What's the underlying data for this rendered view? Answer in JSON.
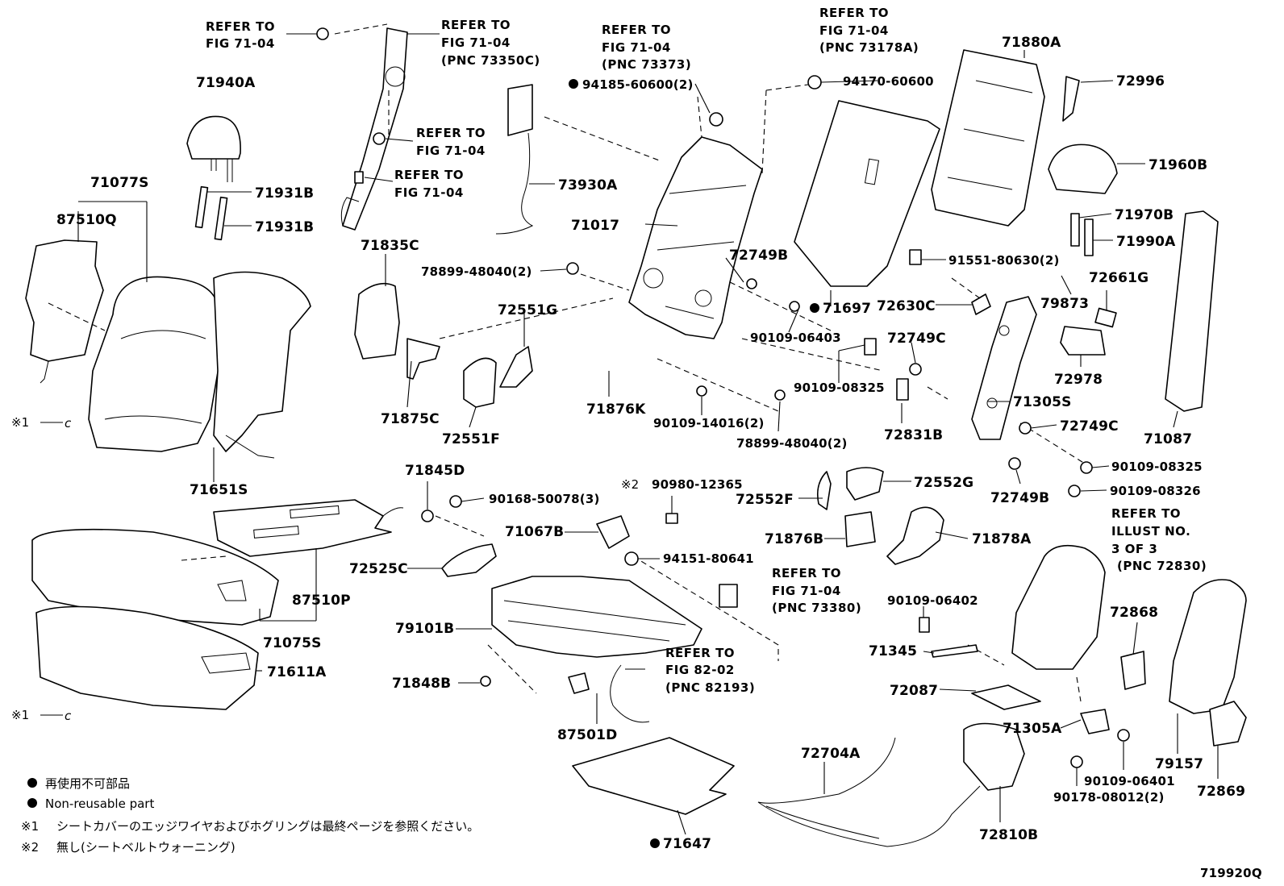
{
  "diagram": {
    "refs": [
      {
        "id": "ref-tl-1",
        "lines": [
          "REFER TO",
          "FIG 71-04"
        ]
      },
      {
        "id": "ref-tl-2",
        "lines": [
          "REFER TO",
          "FIG 71-04",
          "(PNC 73350C)"
        ]
      },
      {
        "id": "ref-tl-3",
        "lines": [
          "REFER TO",
          "FIG 71-04"
        ]
      },
      {
        "id": "ref-tl-4",
        "lines": [
          "REFER TO",
          "FIG 71-04"
        ]
      },
      {
        "id": "ref-tc-1",
        "lines": [
          "REFER TO",
          "FIG 71-04",
          "(PNC 73373)"
        ]
      },
      {
        "id": "ref-tc-2",
        "lines": [
          "REFER TO",
          "FIG 71-04",
          "(PNC 73178A)"
        ]
      },
      {
        "id": "ref-mid-1",
        "lines": [
          "REFER TO",
          "FIG 71-04",
          "(PNC 73380)"
        ]
      },
      {
        "id": "ref-mid-2",
        "lines": [
          "REFER TO",
          "FIG 82-02",
          "(PNC 82193)"
        ]
      },
      {
        "id": "ref-right-1",
        "lines": [
          "REFER TO",
          "ILLUST NO.",
          "3 OF 3",
          "(PNC 72830)"
        ]
      }
    ],
    "labels": [
      "71940A",
      "71077S",
      "87510Q",
      "71931B",
      "71931B",
      "71835C",
      "73930A",
      "94185-60600(2)",
      "71017",
      "94170-60600",
      "71880A",
      "72996",
      "71960B",
      "71970B",
      "71990A",
      "91551-80630(2)",
      "78899-48040(2)",
      "72749B",
      "71697",
      "72630C",
      "79873",
      "72661G",
      "72551G",
      "90109-06403",
      "72749C",
      "72978",
      "71875C",
      "72551F",
      "71876K",
      "90109-08325",
      "71305S",
      "90109-14016(2)",
      "78899-48040(2)",
      "72831B",
      "72749C",
      "71087",
      "71651S",
      "90109-08325",
      "72749B",
      "90109-08326",
      "71845D",
      "90168-50078(3)",
      "90980-12365",
      "72552G",
      "72552F",
      "71067B",
      "94151-80641",
      "71876B",
      "71878A",
      "72525C",
      "87510P",
      "90109-06402",
      "72868",
      "79101B",
      "71075S",
      "71345",
      "71611A",
      "71848B",
      "72087",
      "87501D",
      "71305A",
      "72704A",
      "90109-06401",
      "79157",
      "90178-08012(2)",
      "72869",
      "71647",
      "72810B"
    ],
    "marks": {
      "note1": "※1",
      "note2": "※2",
      "dot": "●"
    },
    "legend": {
      "jp_nonreusable": "再使用不可部品",
      "en_nonreusable": "Non-reusable part",
      "note1_text": "シートカバーのエッジワイヤおよびホグリングは最終ページを参照ください。",
      "note2_text": "無し(シートベルトウォーニング)"
    },
    "figure_code": "719920Q"
  }
}
